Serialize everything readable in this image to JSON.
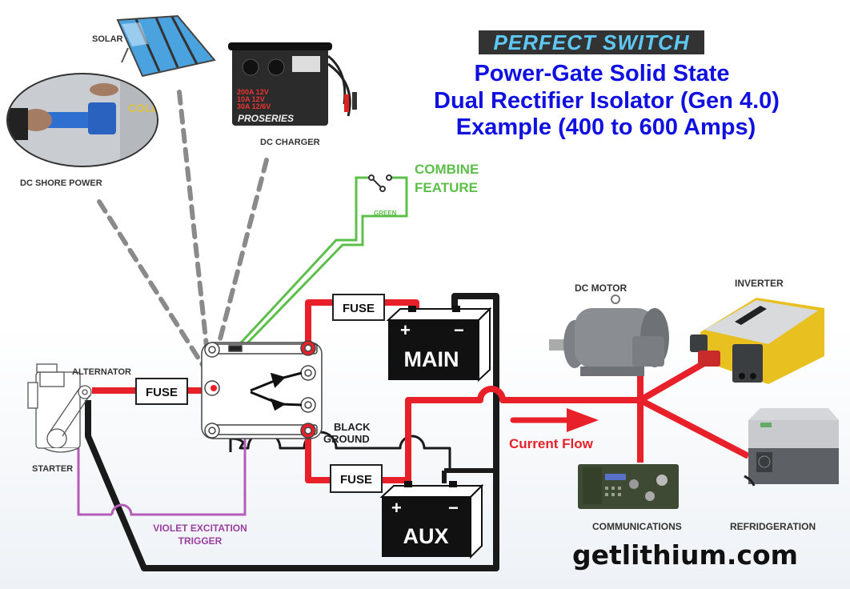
{
  "header": {
    "brand": "PERFECT SWITCH",
    "title_lines": [
      "Power-Gate Solid State",
      "Dual Rectifier Isolator (Gen 4.0)",
      "Example (400 to 600 Amps)"
    ]
  },
  "sources": {
    "solar": "SOLAR",
    "dc_charger": "DC CHARGER",
    "dc_shore_power": "DC SHORE POWER",
    "charger_brand": "PROSERIES",
    "charger_ratings": [
      "200A 12V",
      "10A 12V",
      "30A 12/6V"
    ],
    "shore_sign": "COLD STATI"
  },
  "combine": {
    "label_line1": "COMBINE",
    "label_line2": "FEATURE",
    "wire_label": "GREEN"
  },
  "engine": {
    "alternator": "ALTERNATOR",
    "starter": "STARTER"
  },
  "fuses": {
    "alternator_fuse": "FUSE",
    "main_fuse": "FUSE",
    "aux_fuse": "FUSE"
  },
  "batteries": {
    "main": "MAIN",
    "aux": "AUX",
    "plus": "+",
    "minus": "−"
  },
  "wires": {
    "ground_line1": "BLACK",
    "ground_line2": "GROUND",
    "excitation_line1": "VIOLET EXCITATION",
    "excitation_line2": "TRIGGER",
    "current_flow": "Current Flow"
  },
  "loads": {
    "dc_motor": "DC MOTOR",
    "inverter": "INVERTER",
    "communications": "COMMUNICATIONS",
    "refrigeration": "REFRIDGERATION"
  },
  "footer": {
    "website": "getlithium.com"
  },
  "colors": {
    "title_blue": "#1010e0",
    "brand_cyan": "#5ec8f5",
    "wire_red": "#e8202a",
    "wire_black": "#1a1a1a",
    "wire_green": "#5cbf4a",
    "wire_violet": "#b45cb8",
    "dashed_gray": "#8a8a8a"
  }
}
